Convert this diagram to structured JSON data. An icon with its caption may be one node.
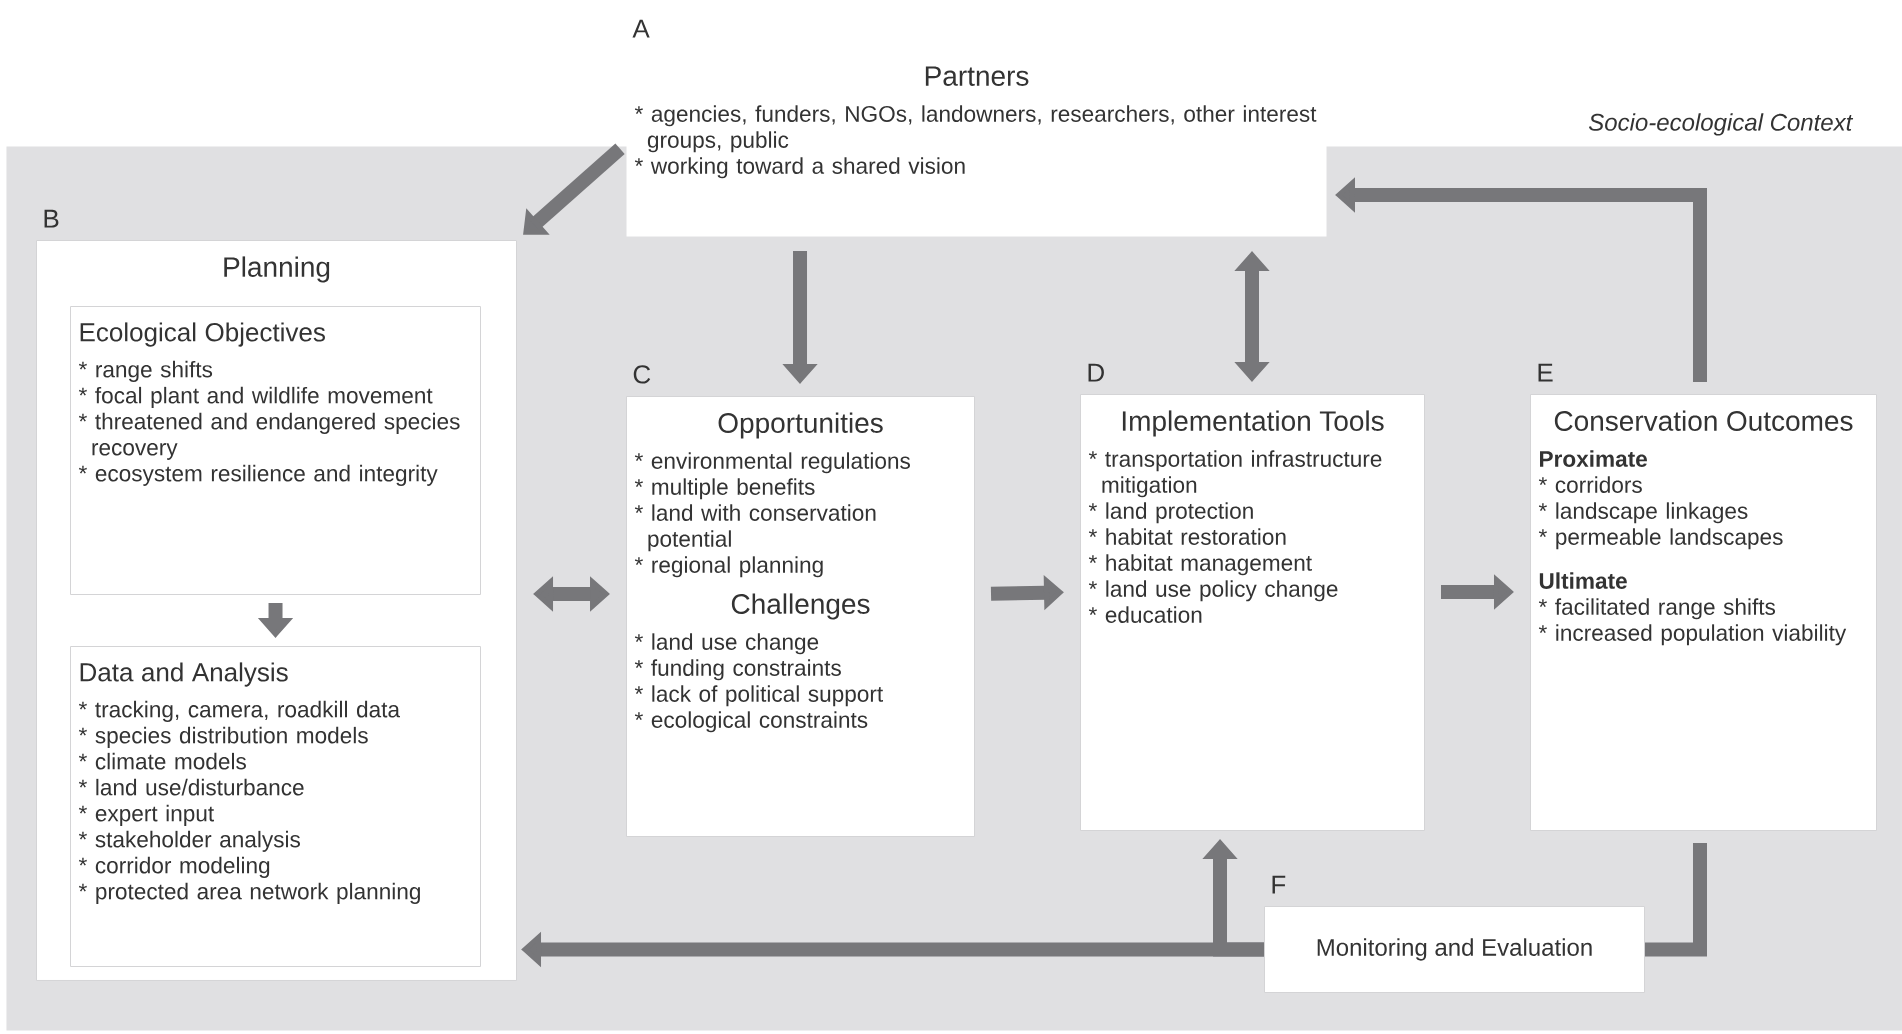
{
  "diagram": {
    "nodes": [
      {
        "text": [
          "Socio-ecological Context"
        ]
      },
      {
        "text": [
          "Partners",
          "* agencies, funders, NGOs, landowners, researchers, other interest groups, public",
          "* working toward a shared vision"
        ],
        "beside": [
          "A"
        ]
      },
      {
        "text": [
          "Planning"
        ],
        "beside": [
          "B"
        ],
        "in": 0
      },
      {
        "text": [
          "Ecological Objectives",
          "* range shifts",
          "* focal plant and wildlife movement",
          "* threatened and endangered species recovery",
          "* ecosystem resilience and integrity"
        ],
        "in": 2
      },
      {
        "text": [
          "Data and Analysis",
          "* tracking, camera, roadkill data",
          "* species distribution models",
          "* climate models",
          "* land use/disturbance",
          "* expert input",
          "* stakeholder analysis",
          "* corridor modeling",
          "* protected area network planning"
        ],
        "in": 2
      },
      {
        "text": [
          "Opportunities",
          "* environmental regulations",
          "* multiple benefits",
          "* land with conservation potential",
          "* regional planning",
          "Challenges",
          "* land use change",
          "* funding constraints",
          "* lack of political support",
          "* ecological constraints"
        ],
        "beside": [
          "C"
        ],
        "in": 0
      },
      {
        "text": [
          "Implementation Tools",
          "* transportation infrastructure mitigation",
          "* land protection",
          "* habitat restoration",
          "* habitat management",
          "* land use policy change",
          "* education"
        ],
        "beside": [
          "D"
        ],
        "in": 0
      },
      {
        "text": [
          "Conservation Outcomes",
          "Proximate",
          "* corridors",
          "* landscape linkages",
          "* permeable landscapes",
          "Ultimate",
          "* facilitated range shifts",
          "* increased population viability"
        ],
        "beside": [
          "E"
        ],
        "in": 0
      },
      {
        "text": [
          "Monitoring and Evaluation"
        ],
        "beside": [
          "F"
        ],
        "in": 0
      }
    ],
    "edges": [
      {
        "from": 1,
        "to": 2,
        "arrow": "to"
      },
      {
        "from": 1,
        "to": 5,
        "arrow": "to"
      },
      {
        "from": 1,
        "to": 6,
        "arrow": "both"
      },
      {
        "from": 7,
        "to": 1,
        "arrow": "to"
      },
      {
        "from": 3,
        "to": 4,
        "arrow": "to"
      },
      {
        "from": 2,
        "to": 5,
        "arrow": "both"
      },
      {
        "from": 5,
        "to": 6,
        "arrow": "to"
      },
      {
        "from": 6,
        "to": 7,
        "arrow": "to"
      },
      {
        "from": 7,
        "to": 8,
        "arrow": "none"
      },
      {
        "from": 8,
        "to": 2,
        "arrow": "to"
      },
      {
        "from": 8,
        "to": 6,
        "arrow": "to"
      }
    ]
  }
}
